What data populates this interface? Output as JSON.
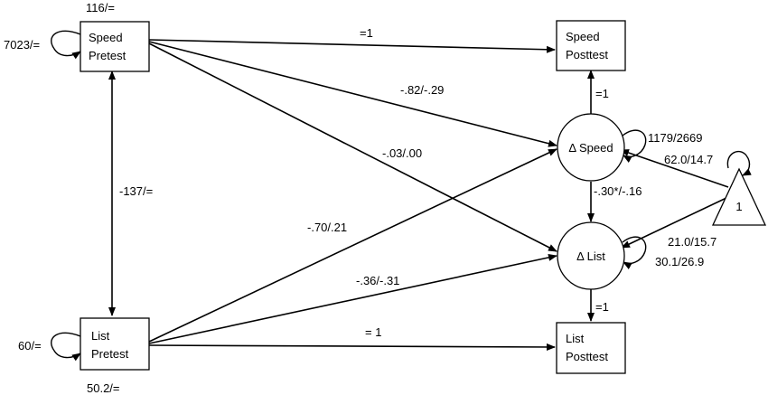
{
  "nodes": {
    "speed_pretest": [
      "Speed",
      "Pretest"
    ],
    "list_pretest": [
      "List",
      "Pretest"
    ],
    "speed_posttest": [
      "Speed",
      "Posttest"
    ],
    "list_posttest": [
      "List",
      "Posttest"
    ],
    "delta_speed": "Δ Speed",
    "delta_list": "Δ List",
    "constant": "1"
  },
  "labels": {
    "speed_pretest_mean": "116/=",
    "speed_pretest_var": "7023/=",
    "list_pretest_mean": "50.2/=",
    "list_pretest_var": "60/=",
    "covariance_pretests": "-137/=",
    "sp_to_spost": "=1",
    "sp_to_dspeed": "-.82/-.29",
    "sp_to_dlist": "-.03/.00",
    "lp_to_dspeed": "-.70/.21",
    "lp_to_dlist": "-.36/-.31",
    "lp_to_lpost": "= 1",
    "dspeed_to_spost": "=1",
    "dlist_to_lpost": "=1",
    "dspeed_to_dlist": "-.30*/-.16",
    "dspeed_var": "1179/2669",
    "const_to_dspeed": "62.0/14.7",
    "const_to_dlist": "21.0/15.7",
    "dlist_var": "30.1/26.9"
  }
}
